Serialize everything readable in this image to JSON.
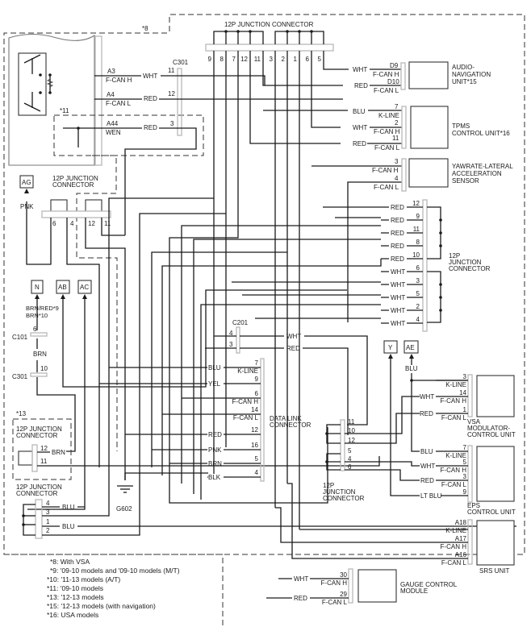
{
  "diagram": {
    "variant_marks": {
      "vsa_region": "*8",
      "wen_region": "*11",
      "lower_left_jc": "*13"
    },
    "top_junction_connector": {
      "title": "12P JUNCTION CONNECTOR",
      "pins": [
        "9",
        "8",
        "7",
        "12",
        "11",
        "3",
        "2",
        "1",
        "6",
        "5"
      ]
    },
    "ecm_pins": [
      {
        "pin": "A3",
        "signal": "F-CAN H",
        "wire": "WHT",
        "c301_pin": "11"
      },
      {
        "pin": "A4",
        "signal": "F-CAN L",
        "wire": "RED",
        "c301_pin": "12"
      },
      {
        "pin": "A44",
        "signal": "WEN",
        "wire": "RED",
        "c301_pin": "3"
      }
    ],
    "c301_label": "C301",
    "audio_nav": {
      "name_lines": [
        "AUDIO-",
        "NAVIGATION",
        "UNIT*15"
      ],
      "pins": [
        {
          "wire": "WHT",
          "pin": "D9",
          "signal": "F-CAN H"
        },
        {
          "wire": "RED",
          "pin": "D10",
          "signal": "F-CAN L"
        }
      ]
    },
    "tpms": {
      "name_lines": [
        "TPMS",
        "CONTROL UNIT*16"
      ],
      "pins": [
        {
          "wire": "BLU",
          "pin": "7",
          "signal": "K-LINE"
        },
        {
          "wire": "WHT",
          "pin": "2",
          "signal": "F-CAN H"
        },
        {
          "wire": "RED",
          "pin": "11",
          "signal": "F-CAN L"
        }
      ]
    },
    "yawrate": {
      "name_lines": [
        "YAWRATE-LATERAL",
        "ACCELERATION",
        "SENSOR"
      ],
      "pins": [
        {
          "pin": "3",
          "signal": "F-CAN H"
        },
        {
          "pin": "4",
          "signal": "F-CAN L"
        }
      ]
    },
    "right_junction_connector": {
      "name_lines": [
        "12P",
        "JUNCTION",
        "CONNECTOR"
      ],
      "rows": [
        {
          "wire": "RED",
          "pin": "12"
        },
        {
          "wire": "RED",
          "pin": "9"
        },
        {
          "wire": "RED",
          "pin": "11"
        },
        {
          "wire": "RED",
          "pin": "8"
        },
        {
          "wire": "RED",
          "pin": "10"
        },
        {
          "wire": "WHT",
          "pin": "6"
        },
        {
          "wire": "WHT",
          "pin": "3"
        },
        {
          "wire": "WHT",
          "pin": "5"
        },
        {
          "wire": "WHT",
          "pin": "2"
        },
        {
          "wire": "WHT",
          "pin": "4"
        }
      ]
    },
    "left_junction_connector": {
      "name_lines": [
        "12P JUNCTION",
        "CONNECTOR"
      ],
      "pins": [
        "6",
        "4",
        "12",
        "11"
      ],
      "ag_label": "AG",
      "ag_wire": "PNK"
    },
    "refs": {
      "n": "N",
      "ab": "AB",
      "ac": "AC",
      "y": "Y",
      "ae": "AE"
    },
    "n_wire_lines": [
      "BRN/RED*9",
      "BRN*10"
    ],
    "c101": {
      "label": "C101",
      "pin": "6"
    },
    "brn_wire": "BRN",
    "c301_lower": {
      "label": "C301",
      "pin": "10"
    },
    "c201": {
      "label": "C201",
      "pins": [
        {
          "pin": "4",
          "wire": "WHT"
        },
        {
          "pin": "3",
          "wire": "RED"
        }
      ]
    },
    "dlc": {
      "name_lines": [
        "DATA LINK",
        "CONNECTOR"
      ],
      "pins": [
        {
          "wire": "BLU",
          "pin": "7",
          "signal": "K-LINE"
        },
        {
          "wire": "YEL",
          "pin": "9",
          "signal": ""
        },
        {
          "wire": "",
          "pin": "6",
          "signal": "F-CAN H"
        },
        {
          "wire": "",
          "pin": "14",
          "signal": "F-CAN L"
        },
        {
          "wire": "RED",
          "pin": "12",
          "signal": ""
        },
        {
          "wire": "PNK",
          "pin": "16",
          "signal": ""
        },
        {
          "wire": "BRN",
          "pin": "5",
          "signal": ""
        },
        {
          "wire": "BLK",
          "pin": "4",
          "signal": ""
        }
      ]
    },
    "ground": "G602",
    "lower_left_jc_13": {
      "name_lines": [
        "12P JUNCTION",
        "CONNECTOR"
      ],
      "pins": [
        {
          "pin": "12",
          "wire": "BRN"
        },
        {
          "pin": "11",
          "wire": ""
        }
      ]
    },
    "lower_left_jc": {
      "name_lines": [
        "12P JUNCTION",
        "CONNECTOR"
      ],
      "pins": [
        {
          "pin": "4",
          "wire": "BLU"
        },
        {
          "pin": "3",
          "wire": ""
        },
        {
          "pin": "1",
          "wire": "BLU"
        },
        {
          "pin": "2",
          "wire": ""
        }
      ]
    },
    "center_junction_connector": {
      "name_lines": [
        "12P",
        "JUNCTION",
        "CONNECTOR"
      ],
      "pins": [
        "11",
        "10",
        "12",
        "5",
        "4",
        "6"
      ]
    },
    "ae_wire": "BLU",
    "vsa": {
      "name_lines": [
        "VSA",
        "MODULATOR-",
        "CONTROL UNIT"
      ],
      "pins": [
        {
          "wire": "",
          "pin": "3",
          "signal": "K-LINE"
        },
        {
          "wire": "WHT",
          "pin": "14",
          "signal": "F-CAN H"
        },
        {
          "wire": "RED",
          "pin": "1",
          "signal": "F-CAN L"
        }
      ]
    },
    "eps": {
      "name_lines": [
        "EPS",
        "CONTROL UNIT"
      ],
      "pins": [
        {
          "wire": "BLU",
          "pin": "7",
          "signal": "K-LINE"
        },
        {
          "wire": "WHT",
          "pin": "5",
          "signal": "F-CAN H"
        },
        {
          "wire": "RED",
          "pin": "3",
          "signal": "F-CAN L"
        },
        {
          "wire": "LT BLU",
          "pin": "9",
          "signal": ""
        }
      ]
    },
    "srs": {
      "name": "SRS UNIT",
      "pins": [
        {
          "pin": "A18",
          "signal": "K-LINE"
        },
        {
          "pin": "A17",
          "signal": "F-CAN H"
        },
        {
          "pin": "A16",
          "signal": "F-CAN L"
        }
      ]
    },
    "gauge": {
      "name_lines": [
        "GAUGE CONTROL",
        "MODULE"
      ],
      "pins": [
        {
          "wire": "WHT",
          "pin": "30",
          "signal": "F-CAN H"
        },
        {
          "wire": "RED",
          "pin": "29",
          "signal": "F-CAN L"
        }
      ]
    },
    "legend": [
      "*8: With VSA",
      "*9: '09-10 models and '09-10 models (M/T)",
      "*10: '11-13 models (A/T)",
      "*11: '09-10 models",
      "*13: '12-13 models",
      "*15: '12-13 models (with navigation)",
      "*16: USA models"
    ]
  }
}
